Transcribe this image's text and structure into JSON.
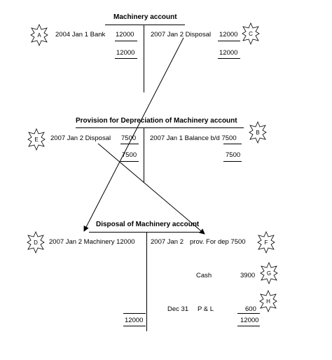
{
  "machinery": {
    "title": "Machinery account",
    "debit_entry": "2004 Jan 1 Bank",
    "debit_amount": "12000",
    "debit_total": "12000",
    "credit_entry": "2007 Jan 2 Disposal",
    "credit_amount": "12000",
    "credit_total": "12000"
  },
  "provision": {
    "title": "Provision for Depreciation of Machinery account",
    "debit_entry": "2007 Jan 2   Disposal",
    "debit_amount": "7500",
    "debit_total": "7500",
    "credit_entry": "2007 Jan 1 Balance b/d 7500",
    "credit_total": "7500"
  },
  "disposal": {
    "title": "Disposal of Machinery account",
    "debit_entry": "2007 Jan 2   Machinery 12000",
    "debit_total": "12000",
    "credit_date": "2007 Jan 2",
    "credit_prov": "prov. For dep 7500",
    "cash_label": "Cash",
    "cash_amount": "3900",
    "pl_date": "Dec 31",
    "pl_label": "P & L",
    "pl_amount": "600",
    "credit_total": "12000"
  },
  "markers": {
    "A": "A",
    "B": "B",
    "C": "C",
    "D": "D",
    "E": "E",
    "F": "F",
    "G": "G",
    "H": "H"
  }
}
